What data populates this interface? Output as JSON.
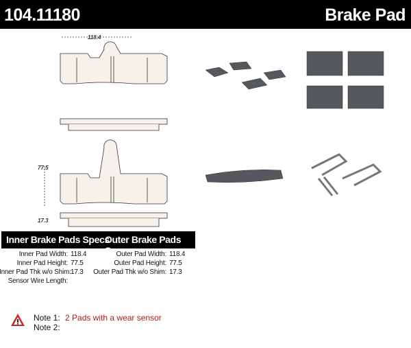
{
  "header": {
    "part_number": "104.11180",
    "product": "Brake Pad"
  },
  "drawing": {
    "width_dim": "118.4",
    "height_dim": "77.5",
    "thickness_dim": "17.3"
  },
  "specs": {
    "inner_title": "Inner Brake Pads Specs",
    "outer_title": "Outer Brake Pads Specs",
    "inner": [
      {
        "label": "Inner Pad Width:",
        "value": "118.4"
      },
      {
        "label": "Inner Pad Height:",
        "value": "77.5"
      },
      {
        "label": "Inner Pad Thk w/o Shim:",
        "value": "17.3"
      },
      {
        "label": "Sensor Wire Length:",
        "value": ""
      }
    ],
    "outer": [
      {
        "label": "Outer Pad Width:",
        "value": "118.4"
      },
      {
        "label": "Outer Pad Height:",
        "value": "77.5"
      },
      {
        "label": "Outer Pad Thk w/o Shim:",
        "value": "17.3"
      }
    ]
  },
  "notes": [
    {
      "label": "Note 1:",
      "text": "2 Pads with a wear sensor"
    },
    {
      "label": "Note 2:",
      "text": ""
    }
  ],
  "colors": {
    "warning": "#b01818",
    "pad": "#55585c"
  }
}
